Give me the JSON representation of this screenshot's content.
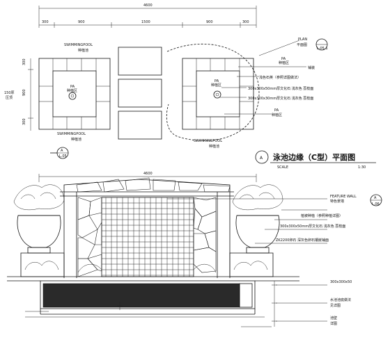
{
  "plan": {
    "overall_dim": "4600",
    "top_dims": [
      "300",
      "900",
      "1500",
      "900",
      "300"
    ],
    "left_dims": [
      "300",
      "900",
      "300"
    ],
    "left_label_line1": "150厚",
    "left_label_line2": "压顶",
    "label_left_planter": "SWIMMINGPOOL",
    "label_left_planter_cn": "种植池",
    "label_right_bottom": "SWIMMINGPOOL",
    "label_right_bottom_cn": "种植池",
    "label_left_bottom": "SWIMMINGPOOL",
    "label_left_bottom_cn": "种植池",
    "pa_left": "PA",
    "pa_left_cn": "种植区",
    "pa_right": "PA",
    "pa_right_cn": "种植区",
    "callouts": {
      "plan_en": "PLAN",
      "plan_cn": "平面图",
      "plan_ref": "L-05.1",
      "pa": "PA",
      "pa_cn": "种植区",
      "paving": "铺装",
      "coping": "浅色石英（参照详图做法）",
      "tile1": "300x300x50mm厚文化石 浅灰色 荔枝面",
      "tile2": "300x300x30mm厚文化石 浅灰色 荔枝面",
      "pa2": "PA",
      "pa2_cn": "种植区"
    },
    "section_mark_num": "A",
    "section_mark_sheet": "L.05",
    "title_badge": "A",
    "title_cn": "泳池边缘（C型）平面图",
    "scale_label": "SCALE",
    "scale_value": "1:30"
  },
  "elevation": {
    "overall_dim": "4600",
    "callouts": {
      "feature_wall_en": "FEATURE WALL",
      "feature_wall_cn": "特色景墙",
      "ref_num": "A",
      "ref_sheet": "L.06",
      "note1": "植被种植（参照种植详图）",
      "note2": "300x300x50mm厚文化石 浅灰色 荔枝面",
      "note3": "ZK2200卵石 深灰色卵石镶嵌铺面",
      "note4": "300x300x50",
      "note5": "水池池底做法",
      "note6": "见详图",
      "note7": "池壁",
      "note8": "详图"
    }
  }
}
